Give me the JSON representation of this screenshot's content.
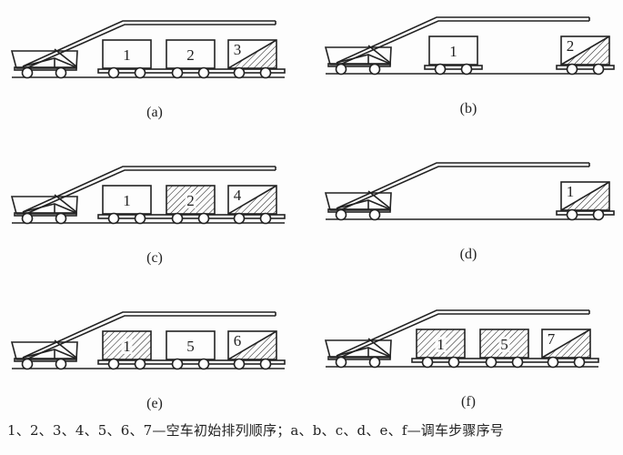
{
  "colors": {
    "ink": "#222222",
    "background": "#fdfdfd"
  },
  "panels": [
    {
      "label": "(a)",
      "layout": "train",
      "cars": [
        {
          "number": "1",
          "state": "empty"
        },
        {
          "number": "2",
          "state": "empty"
        },
        {
          "number": "3",
          "state": "loading"
        }
      ]
    },
    {
      "label": "(b)",
      "layout": "split",
      "cars": [
        {
          "number": "1",
          "state": "empty"
        },
        {
          "number": "2",
          "state": "loading"
        }
      ]
    },
    {
      "label": "(c)",
      "layout": "train",
      "cars": [
        {
          "number": "1",
          "state": "empty"
        },
        {
          "number": "2",
          "state": "full"
        },
        {
          "number": "4",
          "state": "loading"
        }
      ]
    },
    {
      "label": "(d)",
      "layout": "single",
      "cars": [
        {
          "number": "1",
          "state": "loading"
        }
      ]
    },
    {
      "label": "(e)",
      "layout": "train",
      "cars": [
        {
          "number": "1",
          "state": "full"
        },
        {
          "number": "5",
          "state": "empty"
        },
        {
          "number": "6",
          "state": "loading"
        }
      ]
    },
    {
      "label": "(f)",
      "layout": "train",
      "cars": [
        {
          "number": "1",
          "state": "full"
        },
        {
          "number": "5",
          "state": "full"
        },
        {
          "number": "7",
          "state": "loading"
        }
      ]
    }
  ],
  "caption": "1、2、3、4、5、6、7—空车初始排列顺序；a、b、c、d、e、f—调车步骤序号"
}
